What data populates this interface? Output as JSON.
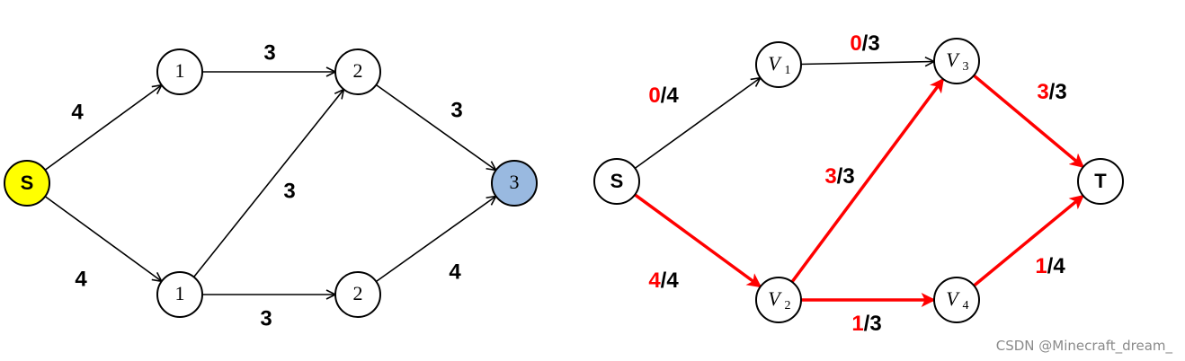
{
  "colors": {
    "start_fill": "#ffff00",
    "sink_fill": "#99b9e0",
    "default_fill": "#ffffff",
    "edge_black": "#000000",
    "edge_red": "#ff0000"
  },
  "watermark": "CSDN @Minecraft_dream_",
  "left_graph": {
    "nodes": [
      {
        "id": "L_S",
        "label": "S",
        "fill": "start_fill",
        "style": "sans"
      },
      {
        "id": "L_1a",
        "label": "1",
        "fill": "default_fill",
        "style": "serif"
      },
      {
        "id": "L_2a",
        "label": "2",
        "fill": "default_fill",
        "style": "serif"
      },
      {
        "id": "L_1b",
        "label": "1",
        "fill": "default_fill",
        "style": "serif"
      },
      {
        "id": "L_2b",
        "label": "2",
        "fill": "default_fill",
        "style": "serif"
      },
      {
        "id": "L_3",
        "label": "3",
        "fill": "sink_fill",
        "style": "serif"
      }
    ],
    "edges": [
      {
        "from": "L_S",
        "to": "L_1a",
        "label": "4"
      },
      {
        "from": "L_S",
        "to": "L_1b",
        "label": "4"
      },
      {
        "from": "L_1a",
        "to": "L_2a",
        "label": "3"
      },
      {
        "from": "L_1b",
        "to": "L_2a",
        "label": "3"
      },
      {
        "from": "L_1b",
        "to": "L_2b",
        "label": "3"
      },
      {
        "from": "L_2a",
        "to": "L_3",
        "label": "3"
      },
      {
        "from": "L_2b",
        "to": "L_3",
        "label": "4"
      }
    ]
  },
  "right_graph": {
    "nodes": [
      {
        "id": "R_S",
        "label": "S",
        "sub": "",
        "style": "sans"
      },
      {
        "id": "R_V1",
        "label": "V",
        "sub": "1",
        "style": "italic"
      },
      {
        "id": "R_V2",
        "label": "V",
        "sub": "2",
        "style": "italic"
      },
      {
        "id": "R_V3",
        "label": "V",
        "sub": "3",
        "style": "italic"
      },
      {
        "id": "R_V4",
        "label": "V",
        "sub": "4",
        "style": "italic"
      },
      {
        "id": "R_T",
        "label": "T",
        "sub": "",
        "style": "sans"
      }
    ],
    "edges": [
      {
        "from": "R_S",
        "to": "R_V1",
        "flow": "0",
        "cap": "/4",
        "active": false
      },
      {
        "from": "R_S",
        "to": "R_V2",
        "flow": "4",
        "cap": "/4",
        "active": true
      },
      {
        "from": "R_V1",
        "to": "R_V3",
        "flow": "0",
        "cap": "/3",
        "active": false
      },
      {
        "from": "R_V2",
        "to": "R_V3",
        "flow": "3",
        "cap": "/3",
        "active": true
      },
      {
        "from": "R_V2",
        "to": "R_V4",
        "flow": "1",
        "cap": "/3",
        "active": true
      },
      {
        "from": "R_V3",
        "to": "R_T",
        "flow": "3",
        "cap": "/3",
        "active": true
      },
      {
        "from": "R_V4",
        "to": "R_T",
        "flow": "1",
        "cap": "/4",
        "active": true
      }
    ]
  }
}
